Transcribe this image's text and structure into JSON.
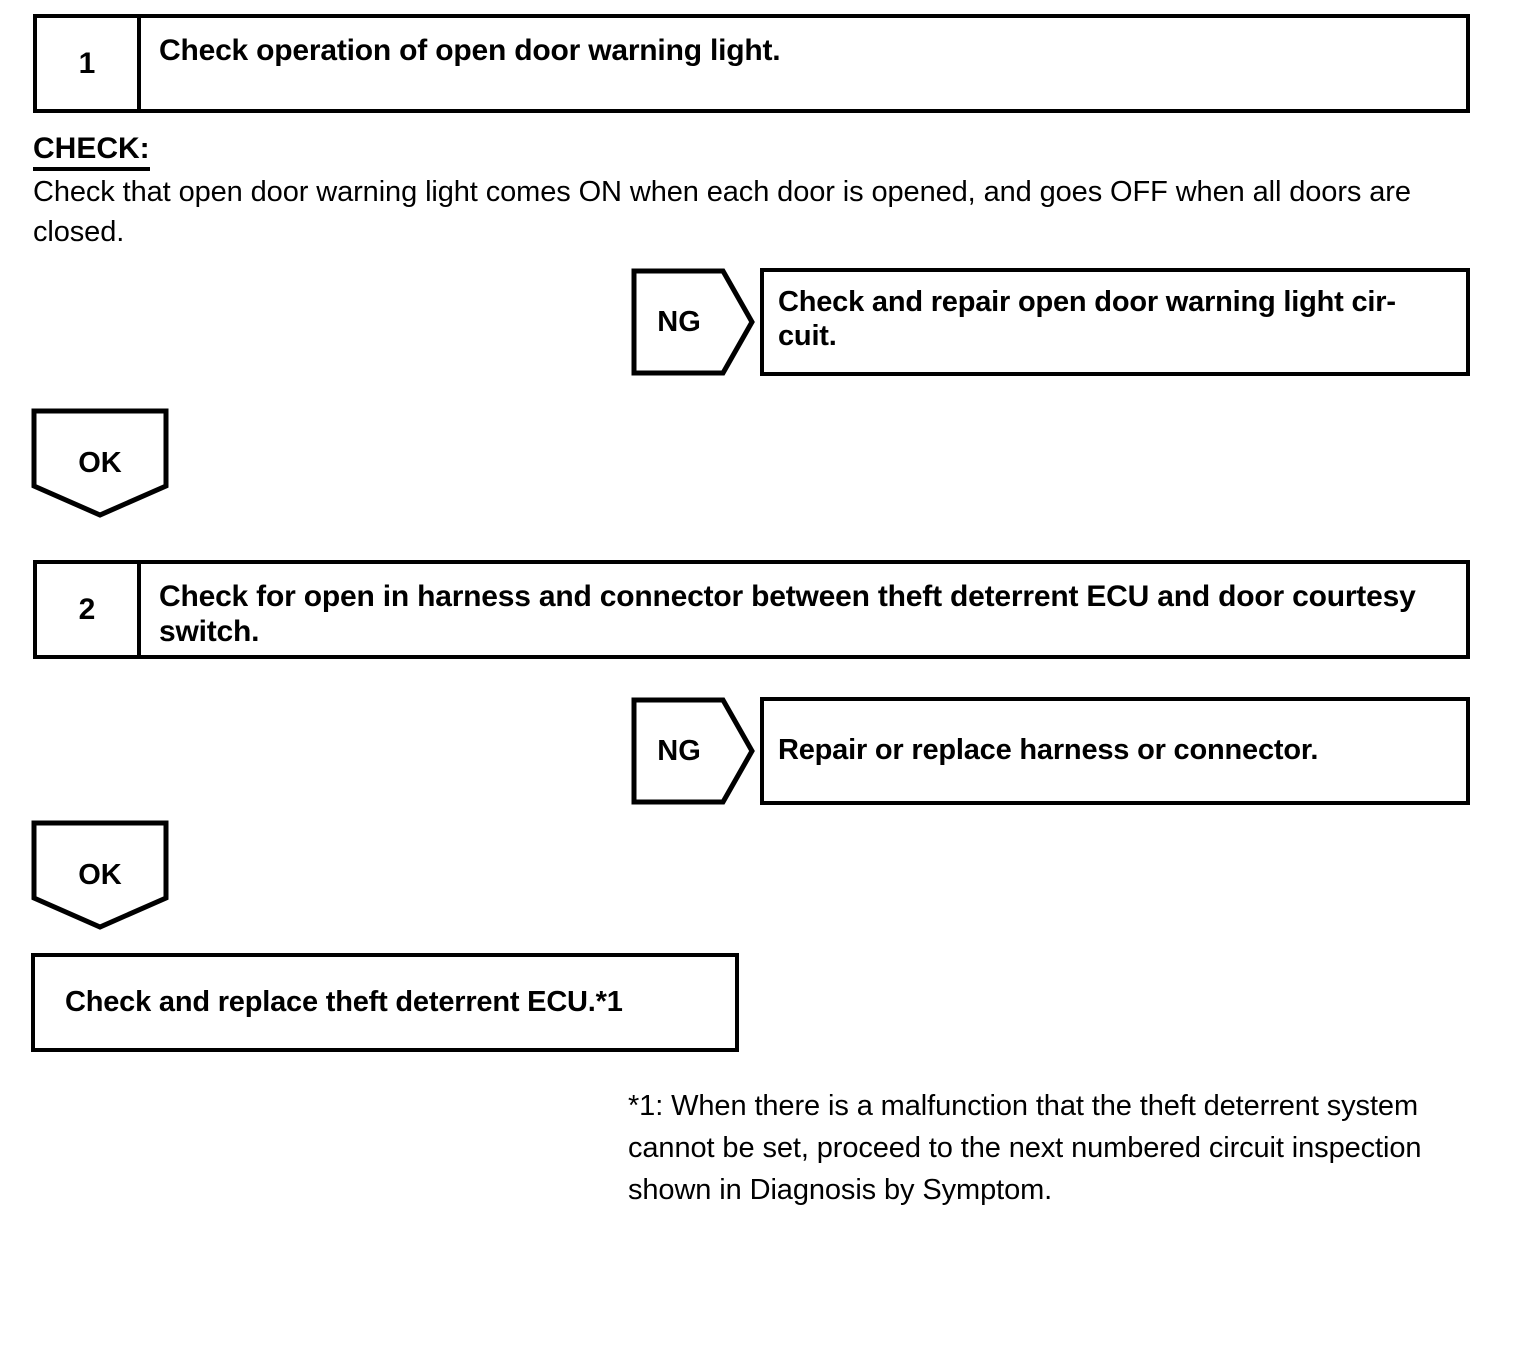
{
  "document": {
    "type": "troubleshooting-flowchart",
    "colors": {
      "ink": "#000000",
      "paper": "#ffffff"
    }
  },
  "steps": [
    {
      "number": "1",
      "title": "Check operation of open door warning light.",
      "check": {
        "label": "CHECK:",
        "body": "Check that open door warning light comes ON when each door is opened, and goes OFF when all doors are closed."
      },
      "ng": {
        "label": "NG",
        "result": "Check and repair open door warning light cir-cuit."
      },
      "ok": {
        "label": "OK"
      }
    },
    {
      "number": "2",
      "title": "Check for open in harness and connector between theft deterrent ECU and door courtesy switch.",
      "ng": {
        "label": "NG",
        "result": "Repair or replace harness or connector."
      },
      "ok": {
        "label": "OK"
      }
    }
  ],
  "final": {
    "text": "Check and replace theft deterrent ECU.*1"
  },
  "footnote": {
    "text": "*1: When there is a malfunction that the theft deterrent system cannot be set, proceed to the next numbered circuit inspection shown in Diagnosis by Symptom."
  }
}
